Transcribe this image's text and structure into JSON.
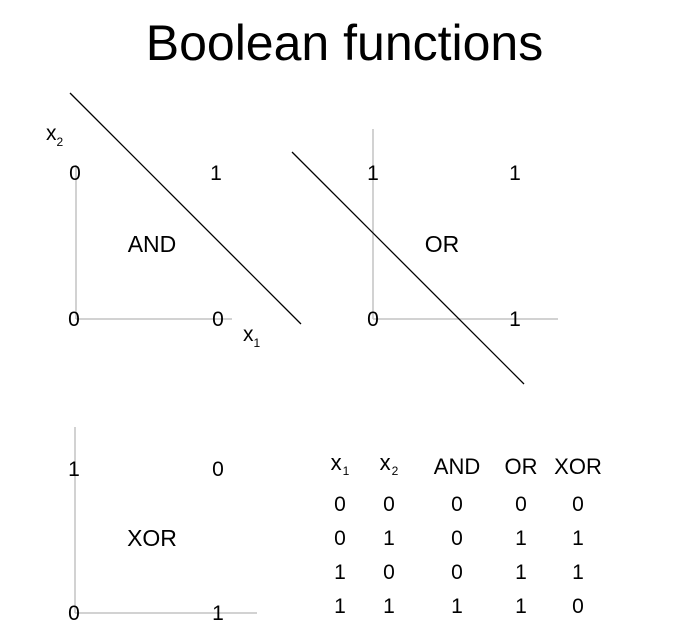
{
  "title": "Boolean functions",
  "and_plot": {
    "label": "AND",
    "axis_x_label": "x",
    "axis_x_sub": "1",
    "axis_y_label": "x",
    "axis_y_sub": "2",
    "values": {
      "p00": "0",
      "p01": "0",
      "p10": "0",
      "p11": "1"
    }
  },
  "or_plot": {
    "label": "OR",
    "values": {
      "p00": "0",
      "p01": "1",
      "p10": "1",
      "p11": "1"
    }
  },
  "xor_plot": {
    "label": "XOR",
    "values": {
      "p00": "0",
      "p01": "1",
      "p10": "1",
      "p11": "0"
    }
  },
  "truth_table": {
    "headers": [
      {
        "text": "x",
        "sub": "1"
      },
      {
        "text": "x",
        "sub": "2"
      },
      {
        "text": "AND",
        "sub": ""
      },
      {
        "text": "OR",
        "sub": ""
      },
      {
        "text": "XOR",
        "sub": ""
      }
    ],
    "rows": [
      [
        "0",
        "0",
        "0",
        "0",
        "0"
      ],
      [
        "0",
        "1",
        "0",
        "1",
        "1"
      ],
      [
        "1",
        "0",
        "0",
        "1",
        "1"
      ],
      [
        "1",
        "1",
        "1",
        "1",
        "0"
      ]
    ]
  }
}
